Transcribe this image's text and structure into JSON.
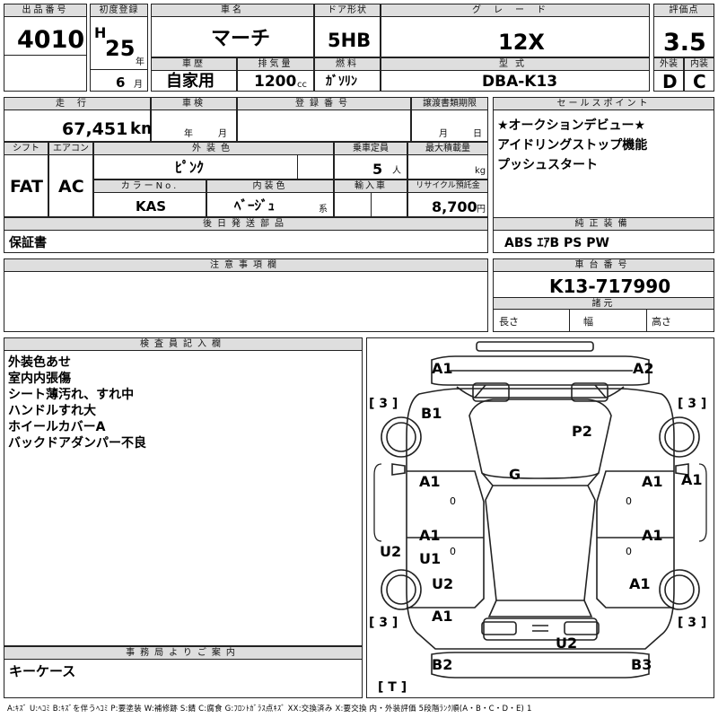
{
  "lot": {
    "label": "出品番号",
    "value": "4010"
  },
  "first_reg": {
    "label": "初度登録",
    "era": "H",
    "year": "25",
    "year_unit": "年",
    "month": "6",
    "month_unit": "月"
  },
  "car_name": {
    "label": "車名",
    "value": "マーチ"
  },
  "door": {
    "label": "ドア形状",
    "value": "5HB"
  },
  "grade": {
    "label": "グレード",
    "value": "12X"
  },
  "score": {
    "label": "評価点",
    "value": "3.5"
  },
  "history": {
    "label": "車歴",
    "value": "自家用"
  },
  "displacement": {
    "label": "排気量",
    "value": "1200",
    "unit": "cc"
  },
  "fuel": {
    "label": "燃料",
    "value": "ｶﾞｿﾘﾝ"
  },
  "model": {
    "label": "型式",
    "value": "DBA-K13"
  },
  "exterior": {
    "label": "外装",
    "value": "D"
  },
  "interior": {
    "label": "内装",
    "value": "C"
  },
  "mileage": {
    "label": "走行",
    "value": "67,451",
    "unit": "km"
  },
  "inspection": {
    "label": "車検",
    "year_unit": "年",
    "month_unit": "月"
  },
  "reg_no": {
    "label": "登録番号"
  },
  "transfer": {
    "label": "譲渡書類期限",
    "month_unit": "月",
    "day_unit": "日"
  },
  "shift": {
    "label": "シフト",
    "value": "FAT"
  },
  "aircon": {
    "label": "エアコン",
    "value": "AC"
  },
  "ext_color": {
    "label": "外装色",
    "value": "ﾋﾟﾝｸ"
  },
  "capacity": {
    "label": "乗車定員",
    "value": "5",
    "unit": "人"
  },
  "max_load": {
    "label": "最大積載量",
    "unit": "kg"
  },
  "color_no": {
    "label": "カラーNo.",
    "value": "KAS"
  },
  "int_color": {
    "label": "内装色",
    "value": "ﾍﾞｰｼﾞｭ",
    "unit": "系"
  },
  "import": {
    "label": "輸入車"
  },
  "recycle": {
    "label": "リサイクル預託金",
    "value": "8,700",
    "unit": "円"
  },
  "selling_points": {
    "label": "セールスポイント",
    "lines": [
      "★オークションデビュー★",
      "アイドリングストップ機能",
      "プッシュスタート"
    ]
  },
  "later_parts": {
    "label": "後日発送部品",
    "value": "保証書"
  },
  "genuine": {
    "label": "純正装備",
    "value": "ABS ｴｱB PS PW"
  },
  "notes": {
    "label": "注意事項欄"
  },
  "chassis": {
    "label": "車台番号",
    "value": "K13-717990"
  },
  "specs": {
    "label": "諸元",
    "length": "長さ",
    "width": "幅",
    "height": "高さ"
  },
  "inspector": {
    "label": "検査員記入欄",
    "lines": [
      "外装色あせ",
      "室内内張傷",
      "シート薄汚れ、すれ中",
      "ハンドルすれ大",
      "ホイールカバーA",
      "バックドアダンパー不良"
    ]
  },
  "office": {
    "label": "事務局よりご案内",
    "value": "キーケース"
  },
  "diagram": {
    "marks": [
      "A1",
      "A2",
      "B1",
      "P2",
      "G",
      "A1",
      "A1",
      "A1",
      "A1",
      "A1",
      "U2",
      "U1",
      "U2",
      "A1",
      "A1",
      "U2",
      "B2",
      "B3"
    ],
    "tire_marks": [
      "[ 3 ]",
      "[ 3 ]",
      "[ 3 ]",
      "[ 3 ]",
      "[ T ]"
    ],
    "small": [
      "0",
      "0",
      "0",
      "0"
    ]
  },
  "legend": "A:ｷｽﾞ U:ﾍｺﾐ B:ｷｽﾞを伴うﾍｺﾐ P:要塗装 W:補修跡 S:錆 C:腐食 G:ﾌﾛﾝﾄｶﾞﾗｽ点ｷｽﾞ XX:交換済み X:要交換 内・外装評価 5段階ﾗﾝｸ順(A・B・C・D・E) 1"
}
